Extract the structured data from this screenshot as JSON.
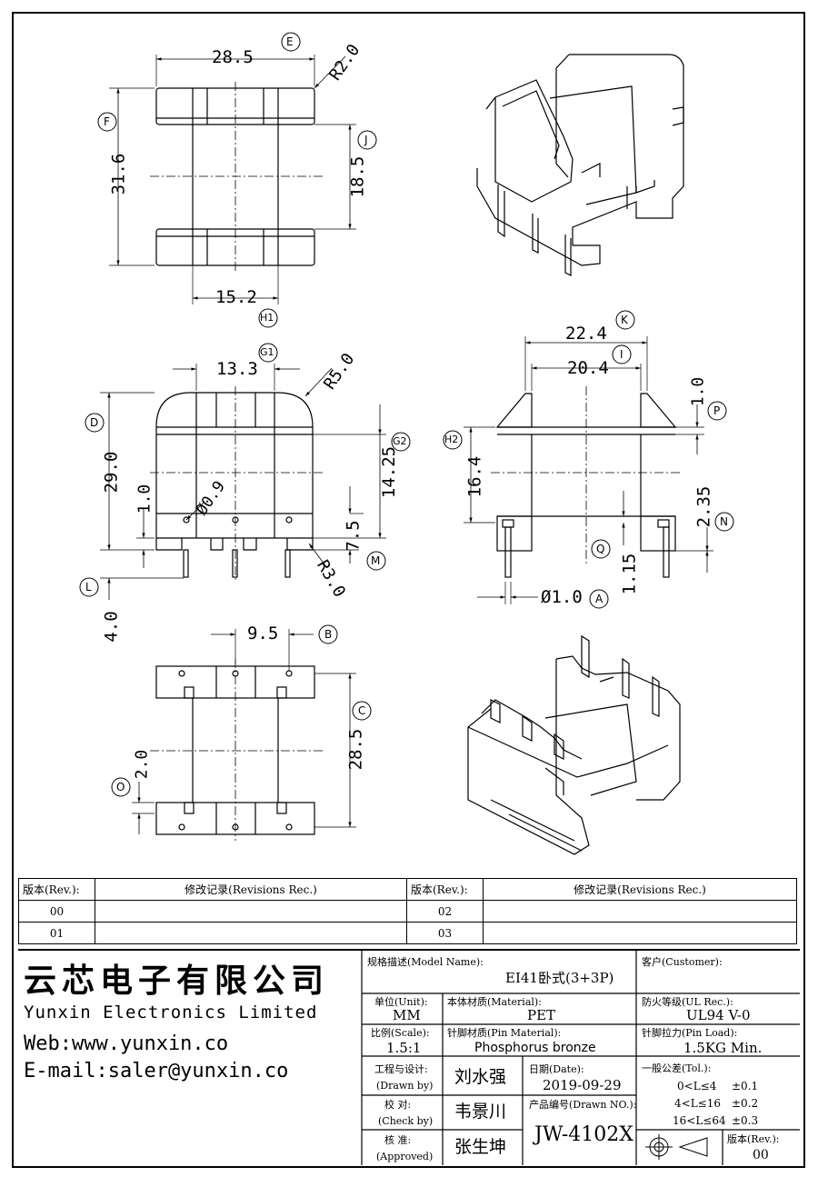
{
  "drawing": {
    "dims": {
      "top_width": "28.5",
      "top_radius": "R2.0",
      "top_height": "31.6",
      "top_window": "18.5",
      "top_pin_span": "15.2",
      "front_width": "13.3",
      "front_radius": "R5.0",
      "front_height": "29.0",
      "front_half": "14.25",
      "front_base": "7.5",
      "front_gap": "1.0",
      "front_hole": "Ø0.9",
      "front_corner": "R3.0",
      "front_pin_len": "4.0",
      "side_outer": "22.4",
      "side_inner": "20.4",
      "side_height": "16.4",
      "side_top": "1.0",
      "side_pin_offset": "2.35",
      "side_base": "1.15",
      "side_pin_dia": "Ø1.0",
      "bottom_pitch": "9.5",
      "bottom_len": "28.5",
      "bottom_gap": "2.0"
    },
    "tags": {
      "E": "E",
      "F": "F",
      "J": "J",
      "H1": "H1",
      "G1": "G1",
      "D": "D",
      "G2": "G2",
      "L": "L",
      "M": "M",
      "K": "K",
      "I": "I",
      "P": "P",
      "H2": "H2",
      "N": "N",
      "Q": "Q",
      "A": "A",
      "B": "B",
      "C": "C",
      "O": "O"
    }
  },
  "revisions": {
    "header_rev": "版本(Rev.):",
    "header_rec": "修改记录(Revisions Rec.)",
    "rows": [
      {
        "left_rev": "00",
        "right_rev": "02"
      },
      {
        "left_rev": "01",
        "right_rev": "03"
      }
    ]
  },
  "company": {
    "name_cn": "云芯电子有限公司",
    "name_en": "Yunxin Electronics Limited",
    "web": "Web:www.yunxin.co",
    "email": "E-mail:saler@yunxin.co"
  },
  "titleblock": {
    "model_label": "规格描述(Model Name):",
    "model_value": "EI41卧式(3+3P)",
    "customer_label": "客户(Customer):",
    "unit_label": "单位(Unit):",
    "unit_value": "MM",
    "material_label": "本体材质(Material):",
    "material_value": "PET",
    "ul_label": "防火等级(UL Rec.):",
    "ul_value": "UL94 V-0",
    "scale_label": "比例(Scale):",
    "scale_value": "1.5:1",
    "pin_material_label": "针脚材质(Pin Material):",
    "pin_material_value": "Phosphorus bronze",
    "pin_load_label": "针脚拉力(Pin Load):",
    "pin_load_value": "1.5KG Min.",
    "drawn_label_cn": "工程与设计:",
    "drawn_label_en": "(Drawn by)",
    "drawn_value": "刘水强",
    "date_label": "日期(Date):",
    "date_value": "2019-09-29",
    "tol_label": "一般公差(Tol.):",
    "tol_rows": [
      {
        "range": "0<L≤4",
        "tol": "±0.1"
      },
      {
        "range": "4<L≤16",
        "tol": "±0.2"
      },
      {
        "range": "16<L≤64",
        "tol": "±0.3"
      }
    ],
    "check_label_cn": "校  对:",
    "check_label_en": "(Check by)",
    "check_value": "韦景川",
    "drawn_no_label": "产品编号(Drawn NO.):",
    "drawn_no_value": "JW-4102X",
    "approved_label_cn": "核  准:",
    "approved_label_en": "(Approved)",
    "approved_value": "张生坤",
    "rev_label": "版本(Rev.):",
    "rev_value": "00"
  }
}
